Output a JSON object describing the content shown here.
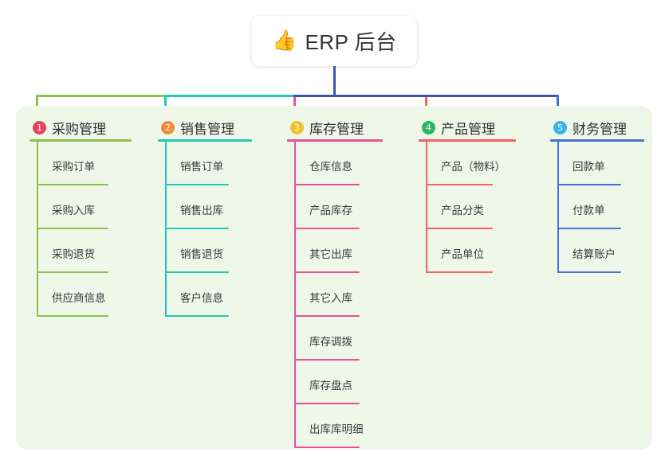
{
  "root": {
    "icon": "thumbs-up-icon",
    "emoji": "👍",
    "label": "ERP 后台"
  },
  "theme": {
    "panel_bg": "#eff7e9",
    "page_bg": "#ffffff",
    "trunk_color": "#4054b2",
    "text_color": "#3a3a3f"
  },
  "columns": [
    {
      "index": "1",
      "title": "采购管理",
      "badge_color": "#e8415c",
      "line_color": "#8cc152",
      "items": [
        {
          "label": "采购订单"
        },
        {
          "label": "采购入库"
        },
        {
          "label": "采购退货"
        },
        {
          "label": "供应商信息"
        }
      ]
    },
    {
      "index": "2",
      "title": "销售管理",
      "badge_color": "#f08c3c",
      "line_color": "#23c7b6",
      "items": [
        {
          "label": "销售订单"
        },
        {
          "label": "销售出库"
        },
        {
          "label": "销售退货"
        },
        {
          "label": "客户信息"
        }
      ]
    },
    {
      "index": "3",
      "title": "库存管理",
      "badge_color": "#f3c22b",
      "line_color": "#ec4f9c",
      "items": [
        {
          "label": "仓库信息"
        },
        {
          "label": "产品库存"
        },
        {
          "label": "其它出库"
        },
        {
          "label": "其它入库"
        },
        {
          "label": "库存调拨"
        },
        {
          "label": "库存盘点"
        },
        {
          "label": "出库库明细"
        }
      ]
    },
    {
      "index": "4",
      "title": "产品管理",
      "badge_color": "#27b864",
      "line_color": "#f4625f",
      "items": [
        {
          "label": "产品（物料）"
        },
        {
          "label": "产品分类"
        },
        {
          "label": "产品单位"
        }
      ]
    },
    {
      "index": "5",
      "title": "财务管理",
      "badge_color": "#36b6e8",
      "line_color": "#4a6fd4",
      "items": [
        {
          "label": "回款单"
        },
        {
          "label": "付款单"
        },
        {
          "label": "结算账户"
        }
      ]
    }
  ]
}
